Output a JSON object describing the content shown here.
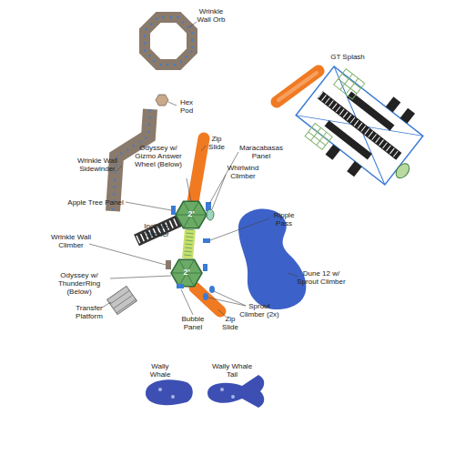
{
  "diagram": {
    "labels": [
      "Wrinkle Wall Orb",
      "Hex Pod",
      "Wrinkle Wall Sidewinder",
      "GT Splash",
      "Zip Slide",
      "Odyssey w/ Gizmo Answer Wheel (Below)",
      "Maracabasas Panel",
      "Whirlwind Climber",
      "Apple Tree Panel",
      "Ripple Pass",
      "Inclined Climber",
      "Dune 12 w/ Sprout Climber",
      "Wrinkle Wall Climber",
      "Odyssey w/ ThunderRing (Below)",
      "Sprout Climber (2x)",
      "Transfer Platform",
      "Bubble Panel",
      "Zip Slide",
      "Wally Whale",
      "Wally Whale Tail",
      "2'",
      "2'"
    ]
  }
}
